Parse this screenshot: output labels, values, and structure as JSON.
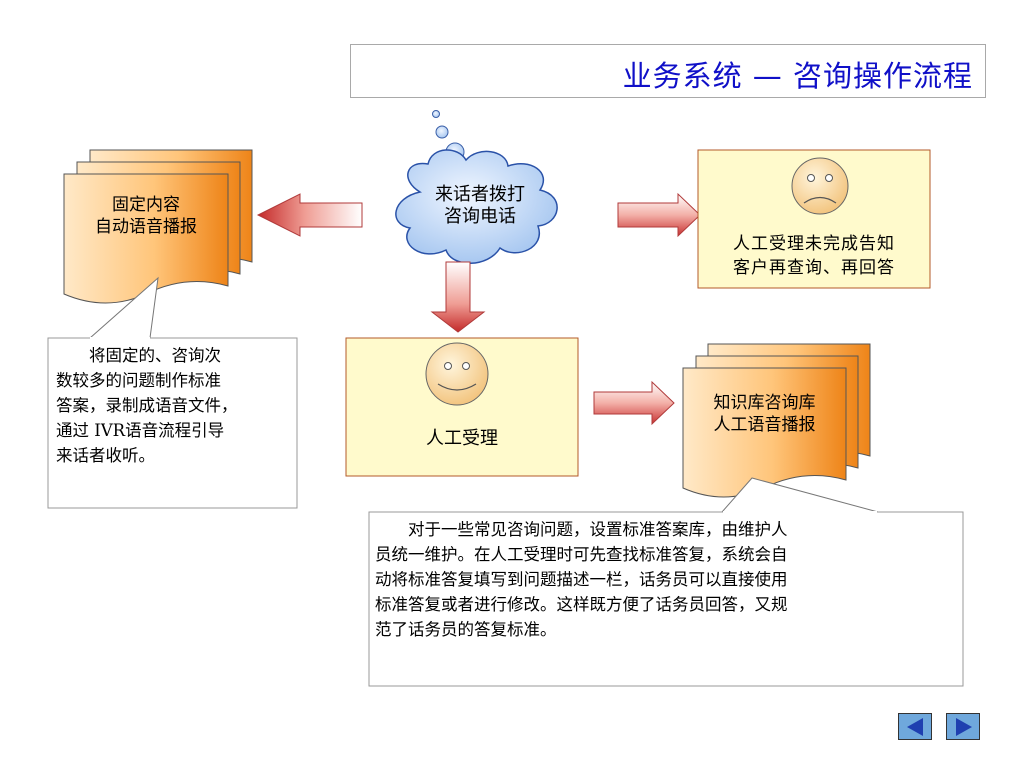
{
  "title": "业务系统 — 咨询操作流程",
  "nodes": {
    "caller_cloud": [
      "来话者拨打",
      "咨询电话"
    ],
    "fixed_playback": [
      "固定内容",
      "自动语音播报"
    ],
    "incomplete": [
      "人工受理未完成告知",
      "客户再查询、再回答"
    ],
    "manual": "人工受理",
    "kb_playback": [
      "知识库咨询库",
      "人工语音播报"
    ]
  },
  "callouts": {
    "fixed_note": [
      "　　将固定的、咨询次",
      "数较多的问题制作标准",
      "答案，录制成语音文件，",
      "通过 IVR语音流程引导",
      "来话者收听。"
    ],
    "kb_note": [
      "　　对于一些常见咨询问题，设置标准答案库，由维护人",
      "员统一维护。在人工受理时可先查找标准答复，系统会自",
      "动将标准答复填写到问题描述一栏，话务员可以直接使用",
      "标准答复或者进行修改。这样既方便了话务员回答，又规",
      "范了话务员的答复标准。"
    ]
  },
  "colors": {
    "title": "#1010c8",
    "doc_fill_light": "#ffd9a8",
    "doc_fill_dark": "#f08a20",
    "cloud_fill": "#c8dcf8",
    "yellow_box": "#fffacc",
    "arrow_red": "#c83a3a"
  },
  "icons": {
    "nav_prev": "left-triangle-icon",
    "nav_next": "right-triangle-icon"
  }
}
